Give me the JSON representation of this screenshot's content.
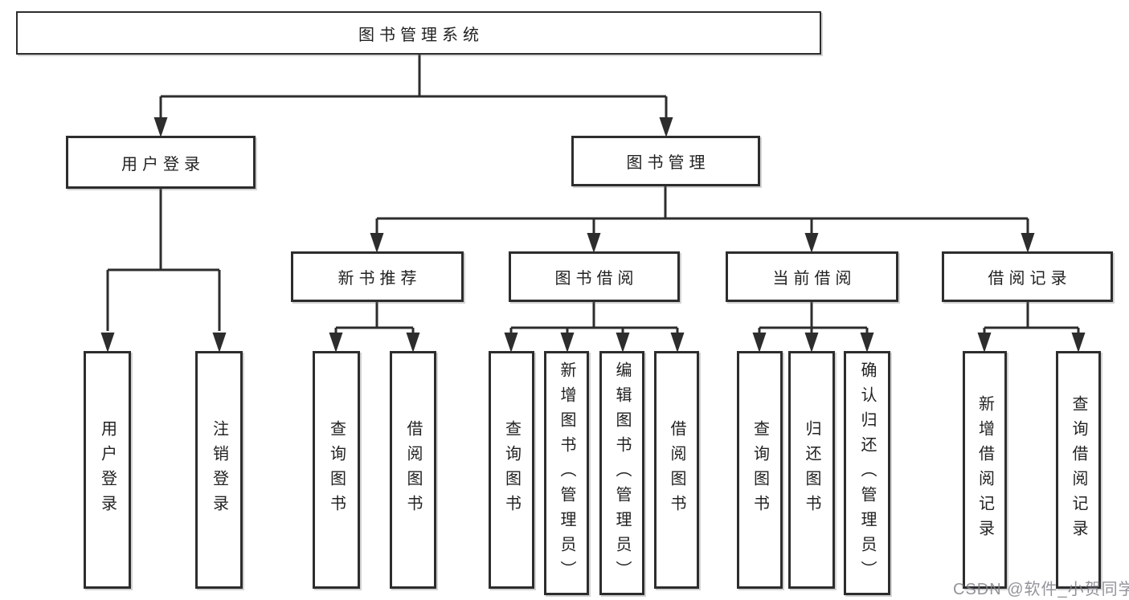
{
  "tree": {
    "label": "图书管理系统",
    "children": [
      {
        "label": "用户登录",
        "children": [
          {
            "label": "用户登录"
          },
          {
            "label": "注销登录"
          }
        ]
      },
      {
        "label": "图书管理",
        "children": [
          {
            "label": "新书推荐",
            "children": [
              {
                "label": "查询图书"
              },
              {
                "label": "借阅图书"
              }
            ]
          },
          {
            "label": "图书借阅",
            "children": [
              {
                "label": "查询图书"
              },
              {
                "label": "新增图书（管理员）"
              },
              {
                "label": "编辑图书（管理员）"
              },
              {
                "label": "借阅图书"
              }
            ]
          },
          {
            "label": "当前借阅",
            "children": [
              {
                "label": "查询图书"
              },
              {
                "label": "归还图书"
              },
              {
                "label": "确认归还（管理员）"
              }
            ]
          },
          {
            "label": "借阅记录",
            "children": [
              {
                "label": "新增借阅记录"
              },
              {
                "label": "查询借阅记录"
              }
            ]
          }
        ]
      }
    ]
  },
  "watermark": "CSDN @软件_小贺同学",
  "colors": {
    "line": "#2d2d2d",
    "box_border": "#2d2d2d",
    "text": "#222222",
    "watermark": "#80808a",
    "background": "#ffffff"
  }
}
